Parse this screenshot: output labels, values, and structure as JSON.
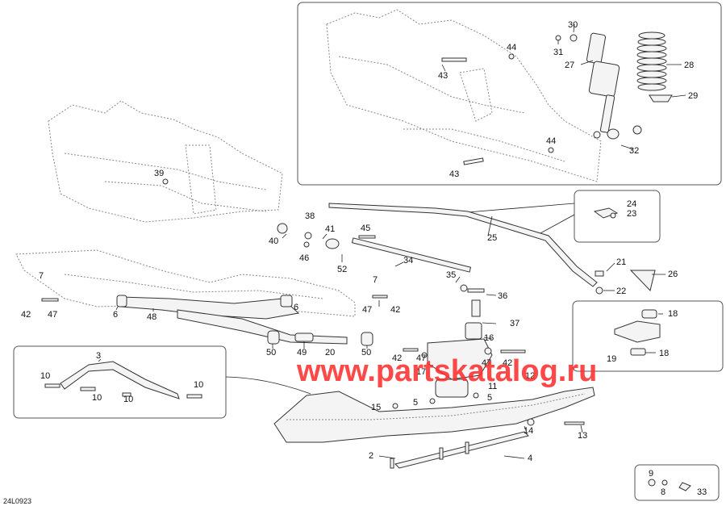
{
  "watermark": "www.partskatalog.ru",
  "drawing_code": "24L0923",
  "callouts": [
    {
      "id": "c1",
      "text": "30"
    },
    {
      "id": "c2",
      "text": "31"
    },
    {
      "id": "c3",
      "text": "44"
    },
    {
      "id": "c4",
      "text": "27"
    },
    {
      "id": "c5",
      "text": "28"
    },
    {
      "id": "c6",
      "text": "43"
    },
    {
      "id": "c7",
      "text": "29"
    },
    {
      "id": "c8",
      "text": "44"
    },
    {
      "id": "c9",
      "text": "32"
    },
    {
      "id": "c10",
      "text": "43"
    },
    {
      "id": "c11",
      "text": "39"
    },
    {
      "id": "c12",
      "text": "24"
    },
    {
      "id": "c13",
      "text": "23"
    },
    {
      "id": "c14",
      "text": "38"
    },
    {
      "id": "c15",
      "text": "41"
    },
    {
      "id": "c16",
      "text": "45"
    },
    {
      "id": "c17",
      "text": "40"
    },
    {
      "id": "c18",
      "text": "25"
    },
    {
      "id": "c19",
      "text": "46"
    },
    {
      "id": "c20",
      "text": "34"
    },
    {
      "id": "c21",
      "text": "52"
    },
    {
      "id": "c22",
      "text": "21"
    },
    {
      "id": "c23",
      "text": "26"
    },
    {
      "id": "c24",
      "text": "35"
    },
    {
      "id": "c25",
      "text": "7"
    },
    {
      "id": "c26",
      "text": "7"
    },
    {
      "id": "c27",
      "text": "22"
    },
    {
      "id": "c28",
      "text": "36"
    },
    {
      "id": "c29",
      "text": "42"
    },
    {
      "id": "c30",
      "text": "47"
    },
    {
      "id": "c31",
      "text": "6"
    },
    {
      "id": "c32",
      "text": "48"
    },
    {
      "id": "c33",
      "text": "6"
    },
    {
      "id": "c34",
      "text": "47"
    },
    {
      "id": "c35",
      "text": "42"
    },
    {
      "id": "c36",
      "text": "18"
    },
    {
      "id": "c37",
      "text": "37"
    },
    {
      "id": "c38",
      "text": "16"
    },
    {
      "id": "c39",
      "text": "50"
    },
    {
      "id": "c40",
      "text": "49"
    },
    {
      "id": "c41",
      "text": "20"
    },
    {
      "id": "c42",
      "text": "50"
    },
    {
      "id": "c43",
      "text": "19"
    },
    {
      "id": "c44",
      "text": "18"
    },
    {
      "id": "c45",
      "text": "3"
    },
    {
      "id": "c46",
      "text": "42"
    },
    {
      "id": "c47",
      "text": "47"
    },
    {
      "id": "c48",
      "text": "47"
    },
    {
      "id": "c49",
      "text": "42"
    },
    {
      "id": "c50",
      "text": "10"
    },
    {
      "id": "c51",
      "text": "10"
    },
    {
      "id": "c52",
      "text": "10"
    },
    {
      "id": "c53",
      "text": "10"
    },
    {
      "id": "c54",
      "text": "17"
    },
    {
      "id": "c55",
      "text": "12"
    },
    {
      "id": "c56",
      "text": "11"
    },
    {
      "id": "c57",
      "text": "5"
    },
    {
      "id": "c58",
      "text": "15"
    },
    {
      "id": "c59",
      "text": "5"
    },
    {
      "id": "c60",
      "text": "14"
    },
    {
      "id": "c61",
      "text": "13"
    },
    {
      "id": "c62",
      "text": "2"
    },
    {
      "id": "c63",
      "text": "4"
    },
    {
      "id": "c64",
      "text": "9"
    },
    {
      "id": "c65",
      "text": "8"
    },
    {
      "id": "c66",
      "text": "33"
    }
  ]
}
